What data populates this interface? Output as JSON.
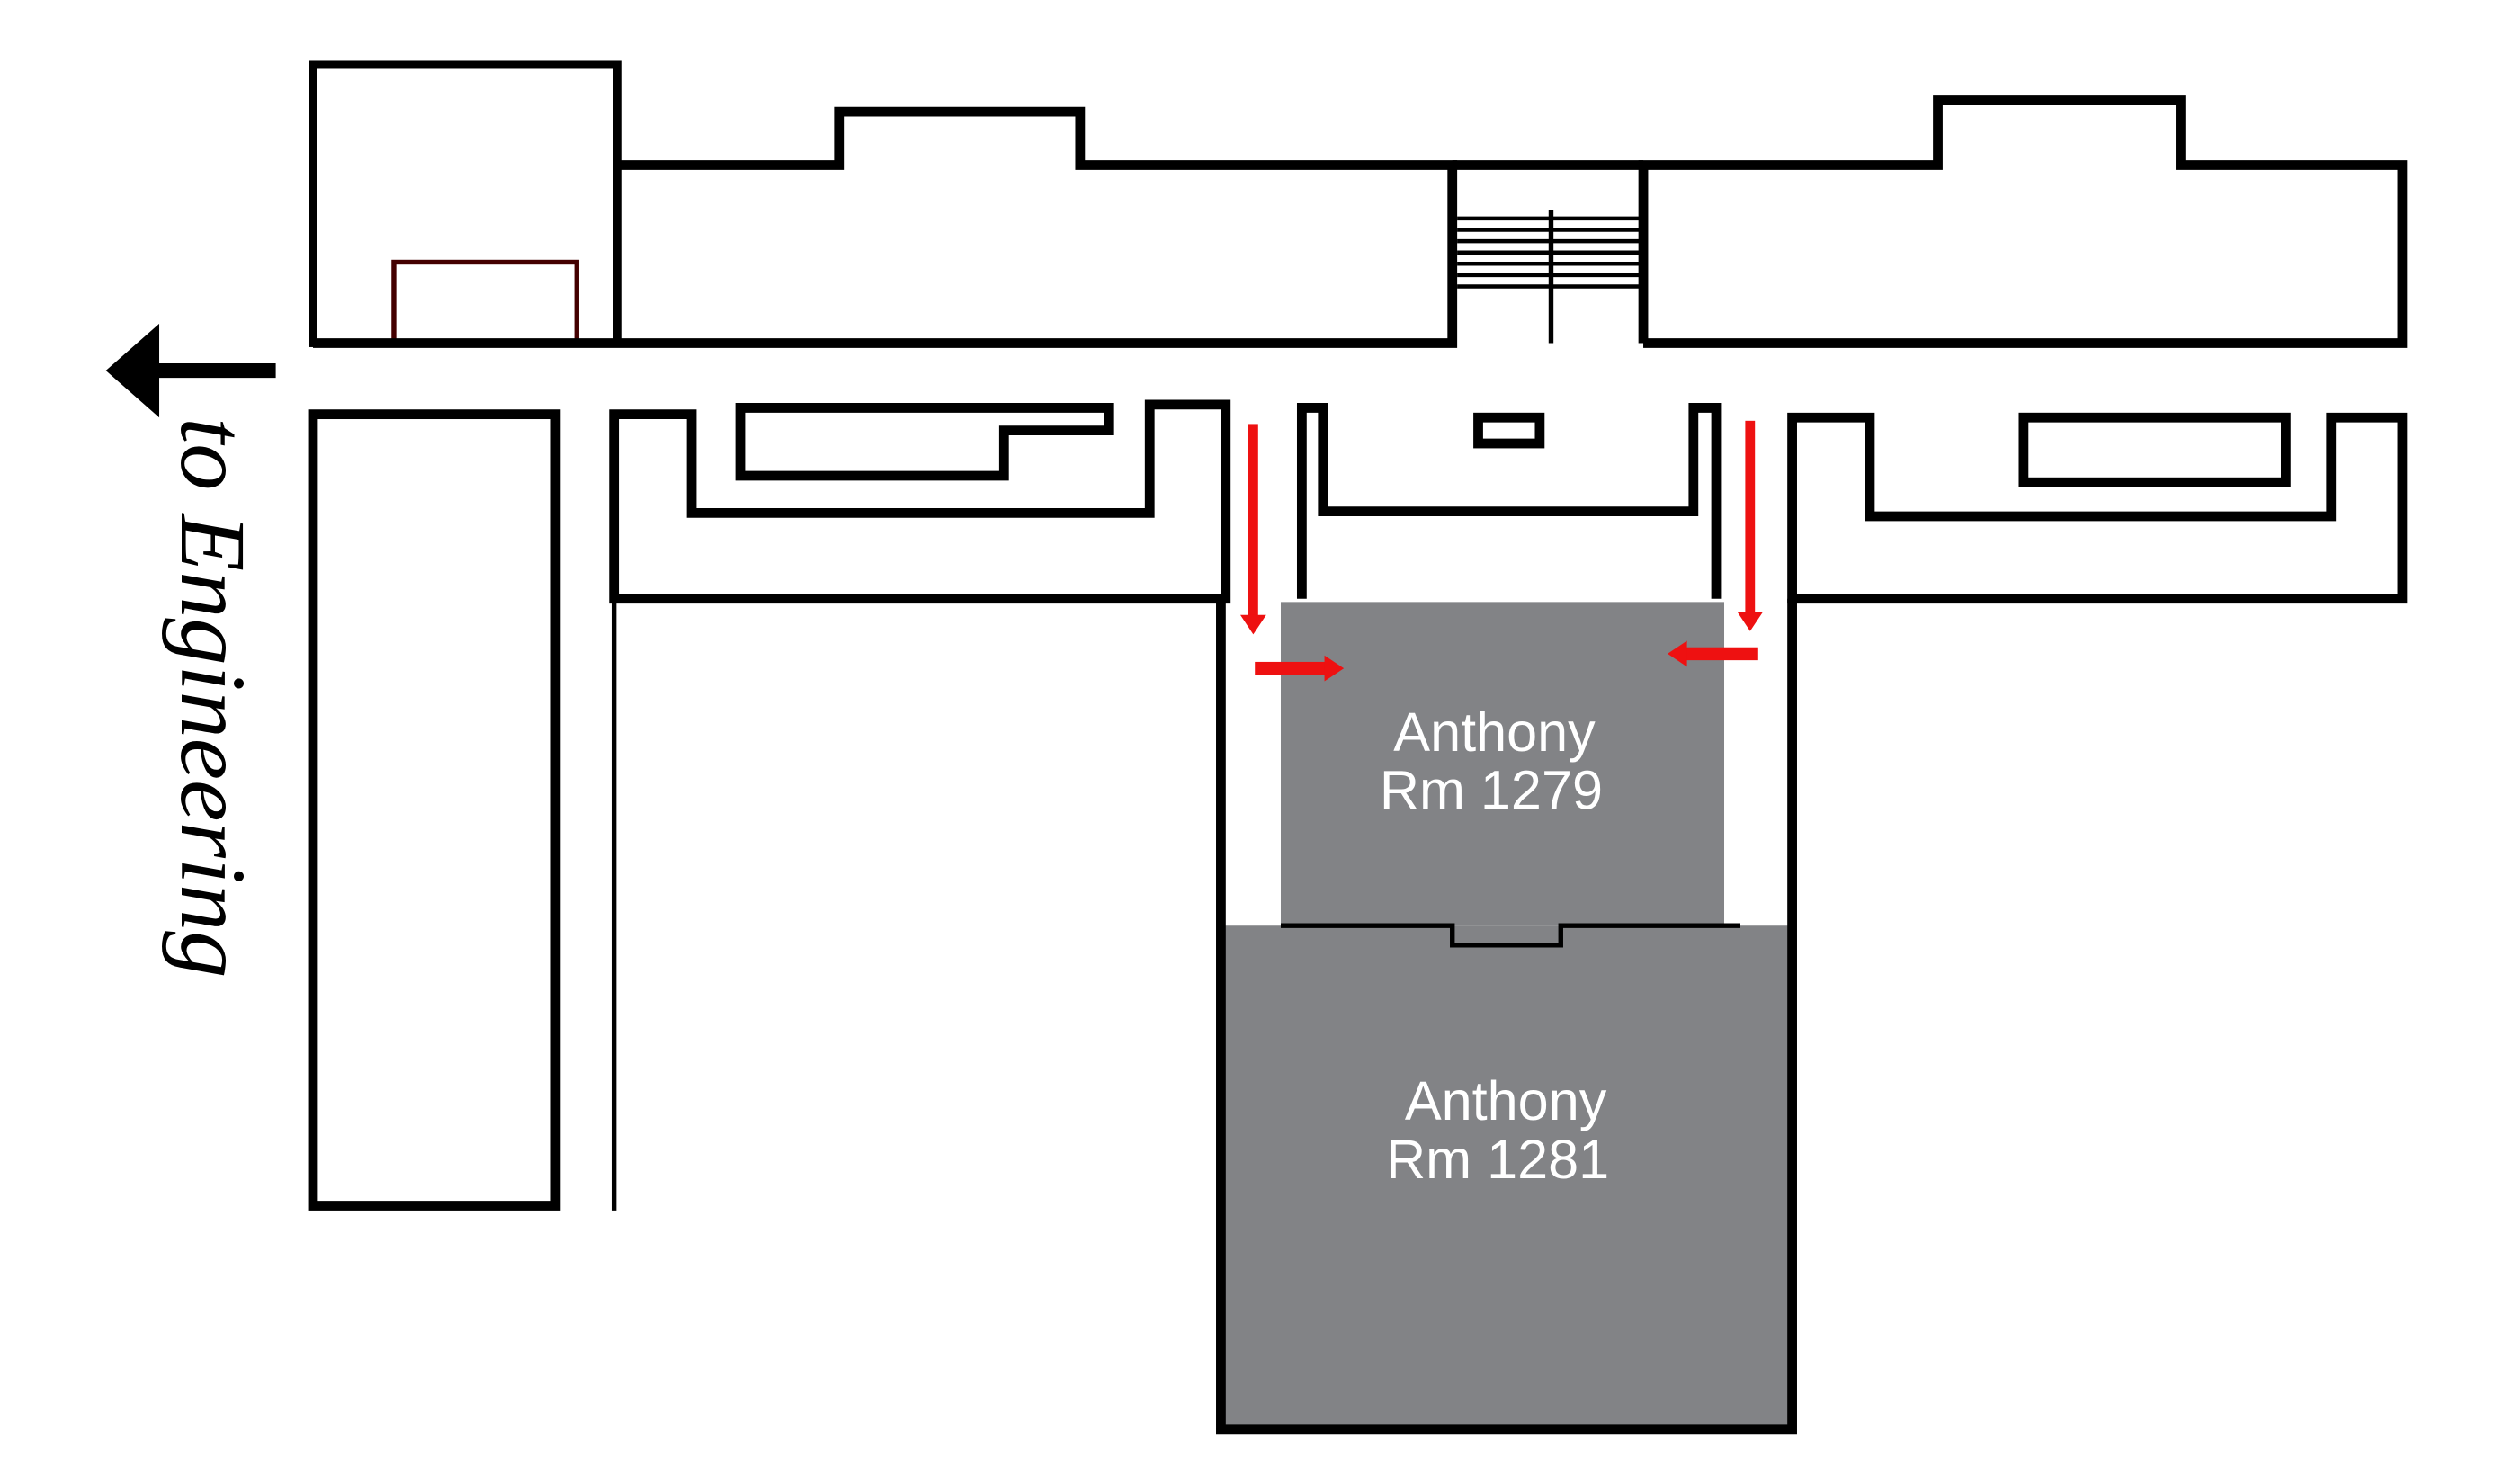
{
  "map": {
    "direction_label": "to Engineering",
    "rooms": [
      {
        "name": "Anthony",
        "number": "Rm 1279"
      },
      {
        "name": "Anthony",
        "number": "Rm 1281"
      }
    ],
    "colors": {
      "room_fill": "#828386",
      "arrow": "#ee1111",
      "wall": "#000000"
    }
  }
}
